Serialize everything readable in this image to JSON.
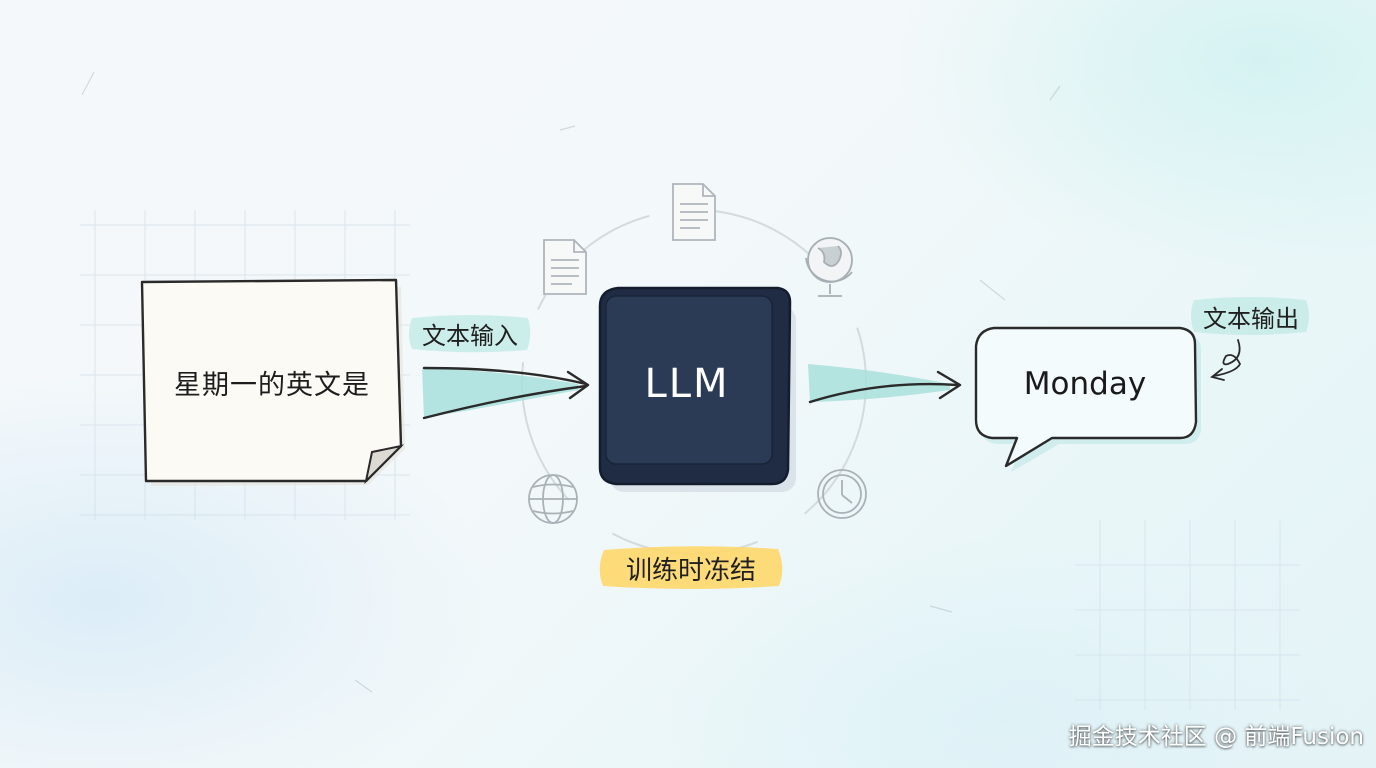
{
  "diagram": {
    "input_text": "星期一的英文是",
    "model_label": "LLM",
    "output_text": "Monday",
    "input_tag": "文本输入",
    "output_tag": "文本输出",
    "frozen_tag": "训练时冻结",
    "orbit_icons": [
      "document-icon",
      "document-icon",
      "globe-stand-icon",
      "globe-icon",
      "clock-icon"
    ]
  },
  "colors": {
    "model_block": "#2b3a55",
    "flow_teal": "#a8e0dc",
    "tag_teal": "#c8ece8",
    "tag_yellow": "#ffd76a",
    "paper": "#fbfaf4",
    "bubble_fill": "#f3fbfc"
  },
  "watermark": "掘金技术社区 @ 前端Fusion"
}
